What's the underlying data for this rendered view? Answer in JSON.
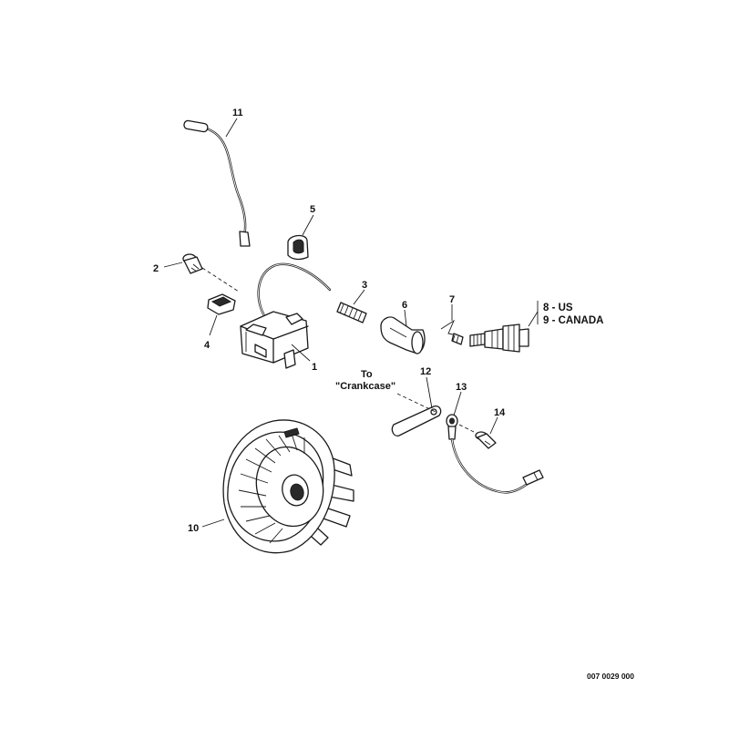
{
  "parts": [
    {
      "label": "1"
    },
    {
      "label": "2"
    },
    {
      "label": "3"
    },
    {
      "label": "4"
    },
    {
      "label": "5"
    },
    {
      "label": "6"
    },
    {
      "label": "7"
    },
    {
      "label": "10"
    },
    {
      "label": "11"
    },
    {
      "label": "12"
    },
    {
      "label": "13"
    },
    {
      "label": "14"
    }
  ],
  "variants": [
    {
      "text": "8 - US"
    },
    {
      "text": "9 - CANADA"
    }
  ],
  "reference": {
    "line1": "To",
    "line2": "\"Crankcase\""
  },
  "drawing_code": "007 0029 000"
}
